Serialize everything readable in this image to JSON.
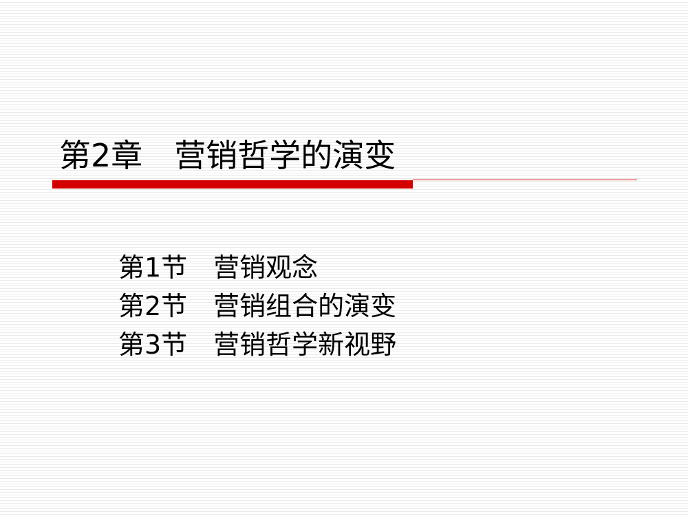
{
  "slide": {
    "title": "第2章　营销哲学的演变",
    "sections": [
      "第1节　营销观念",
      "第2节　营销组合的演变",
      "第3节　营销哲学新视野"
    ]
  },
  "colors": {
    "accent": "#d40000",
    "text": "#000000",
    "background": "#ffffff",
    "stripe": "#eaeaea"
  }
}
